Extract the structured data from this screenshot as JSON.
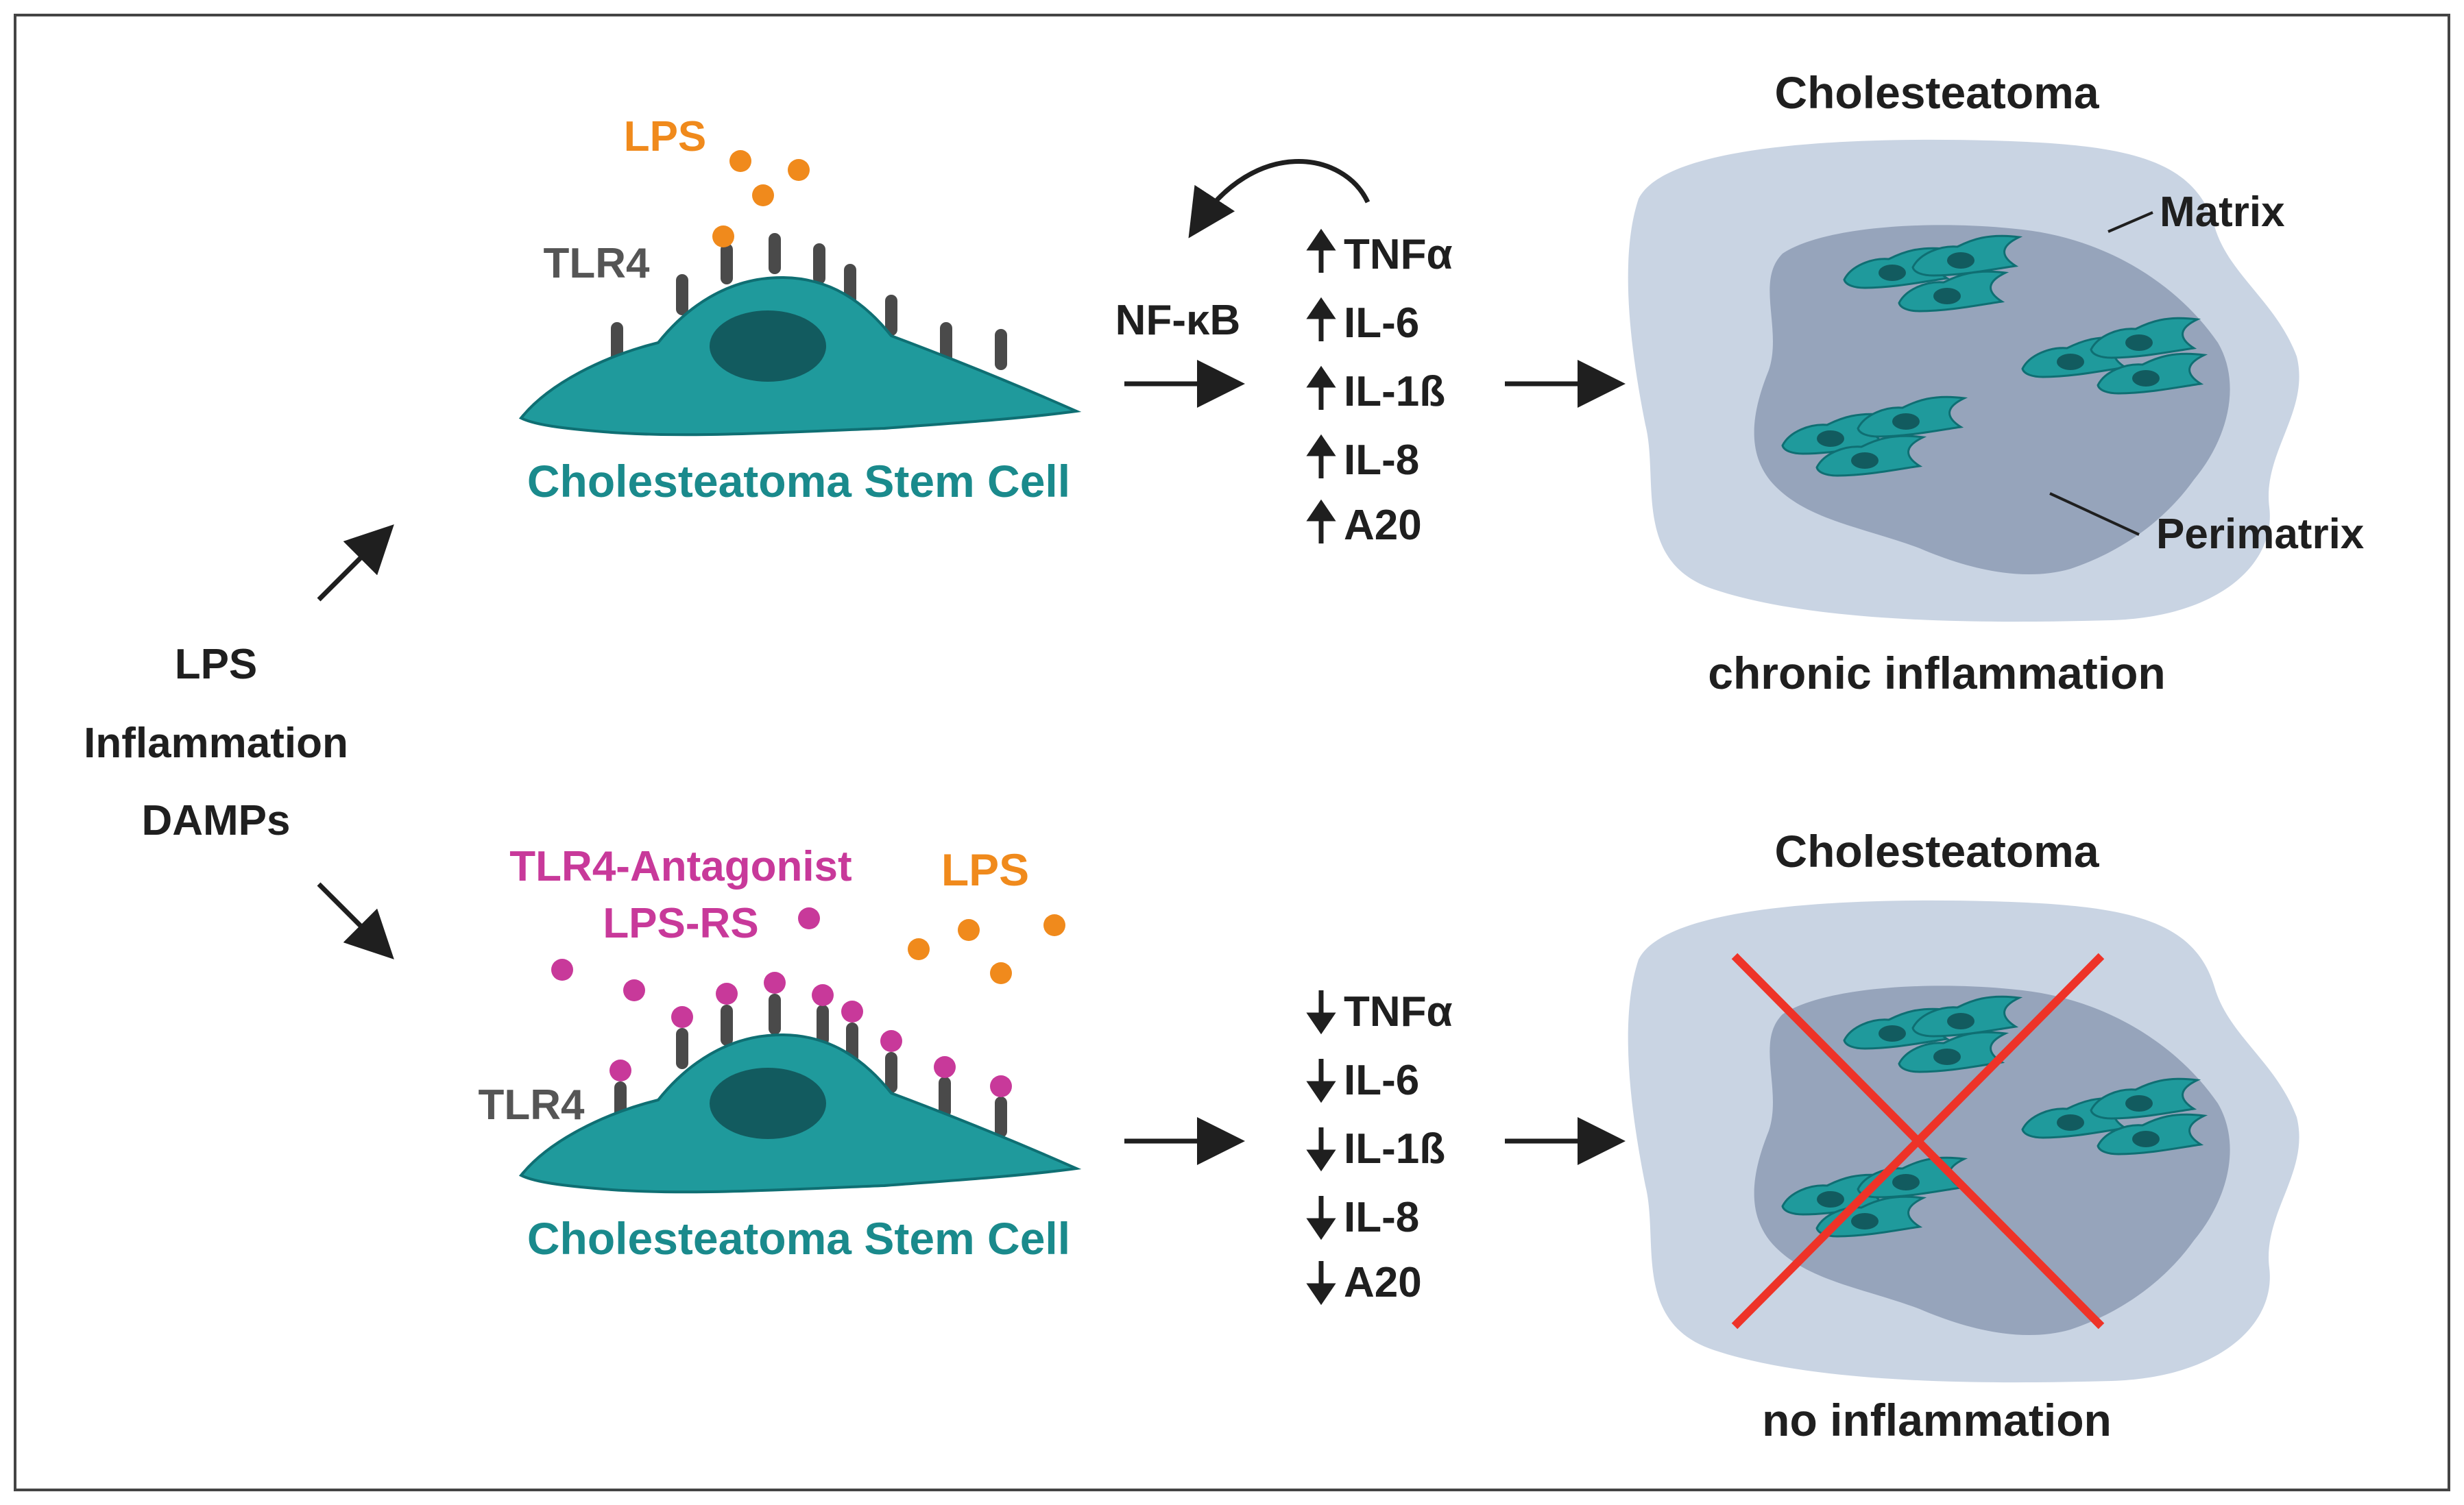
{
  "colors": {
    "cell_teal": "#1f9a9c",
    "cell_dark": "#0f6f73",
    "nucleus": "#125b5f",
    "receptor": "#4a4a4a",
    "lps_orange": "#f08a1c",
    "antagonist_magenta": "#c8399a",
    "matrix_outer": "#c9d4e3",
    "perimatrix_inner": "#8d9bb4",
    "cross_red": "#ee3328",
    "text_dark": "#1f1f1f"
  },
  "left": {
    "line1": "LPS",
    "line2": "Inflammation",
    "line3": "DAMPs"
  },
  "top": {
    "ligand_label": "LPS",
    "receptor_label": "TLR4",
    "cell_label": "Cholesteatoma Stem Cell",
    "pathway_label": "NF-κB",
    "cytokine_arrow": "up",
    "cytokines": [
      "TNFα",
      "IL-6",
      "IL-1ß",
      "IL-8",
      "A20"
    ],
    "tumor_title": "Cholesteatoma",
    "matrix_label": "Matrix",
    "perimatrix_label": "Perimatrix",
    "outcome": "chronic inflammation"
  },
  "bottom": {
    "antagonist_label": "TLR4-Antagonist",
    "antagonist_name": "LPS-RS",
    "ligand_label": "LPS",
    "receptor_label": "TLR4",
    "cell_label": "Cholesteatoma Stem Cell",
    "cytokine_arrow": "down",
    "cytokines": [
      "TNFα",
      "IL-6",
      "IL-1ß",
      "IL-8",
      "A20"
    ],
    "tumor_title": "Cholesteatoma",
    "outcome": "no inflammation"
  }
}
